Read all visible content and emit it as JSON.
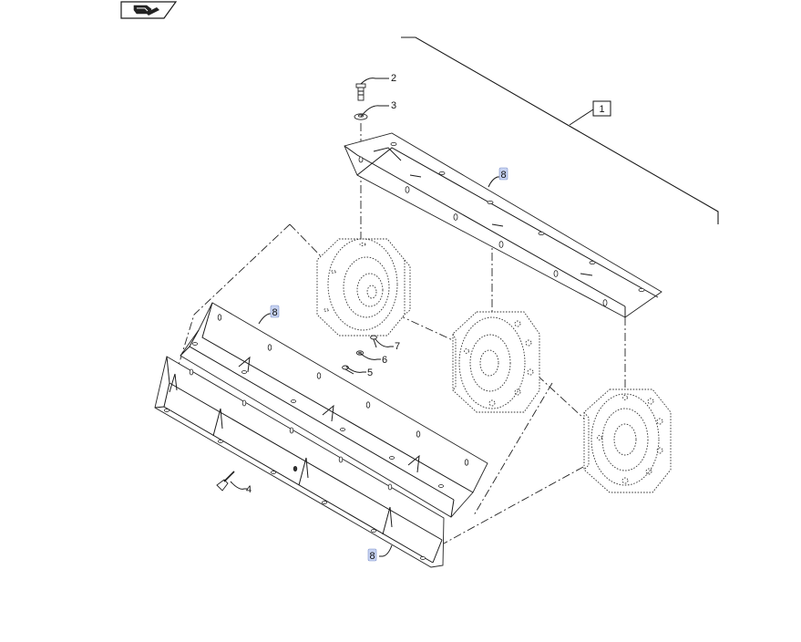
{
  "callouts": [
    {
      "id": "assembly",
      "number": "1"
    },
    {
      "id": "bolt-top",
      "number": "2"
    },
    {
      "id": "washer-top",
      "number": "3"
    },
    {
      "id": "bolt-bottom",
      "number": "4"
    },
    {
      "id": "fastener-5",
      "number": "5"
    },
    {
      "id": "fastener-6",
      "number": "6"
    },
    {
      "id": "fastener-7",
      "number": "7"
    },
    {
      "id": "upper-angle",
      "number": "8"
    },
    {
      "id": "middle-angle",
      "number": "8"
    },
    {
      "id": "lower-angle",
      "number": "8"
    }
  ],
  "nav_icon": "book-navigation-icon",
  "highlight_color": "#c7d3f2"
}
